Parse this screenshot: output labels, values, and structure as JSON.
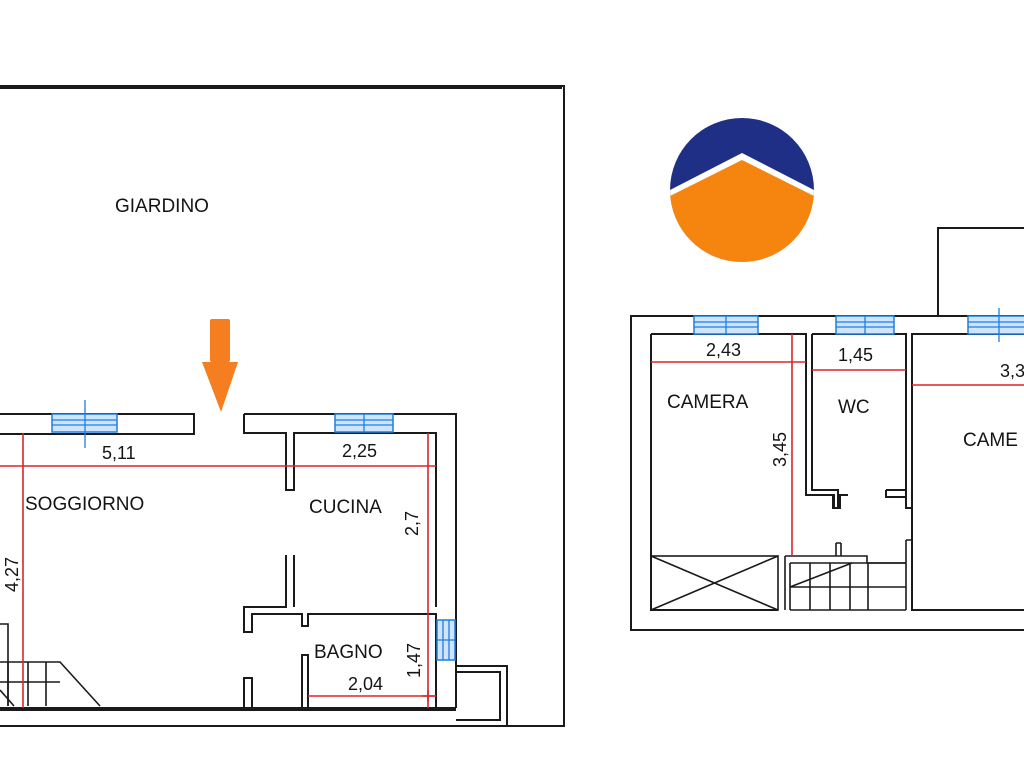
{
  "colors": {
    "walls": "#1a1a1a",
    "dimension_lines": "#d9262b",
    "windows": "#1e7fe0",
    "arrow": "#f57e20",
    "logo_top": "#1f2f86",
    "logo_bottom": "#f5850f"
  },
  "logo": {
    "icon": "company-logo-icon"
  },
  "entrance": {
    "icon": "entrance-arrow-icon"
  },
  "ground_floor": {
    "garden_label": "GIARDINO",
    "rooms": {
      "living": {
        "label": "SOGGIORNO",
        "width": "5,11",
        "depth": "4,27"
      },
      "kitchen": {
        "label": "CUCINA",
        "width": "2,25",
        "depth": "2,7"
      },
      "bathroom": {
        "label": "BAGNO",
        "width": "2,04",
        "depth": "1,47"
      }
    }
  },
  "first_floor": {
    "rooms": {
      "bedroom1": {
        "label": "CAMERA",
        "width": "2,43",
        "depth": "3,45"
      },
      "wc": {
        "label": "WC",
        "width": "1,45"
      },
      "bedroom2": {
        "label": "CAME",
        "width": "3,3"
      }
    }
  }
}
